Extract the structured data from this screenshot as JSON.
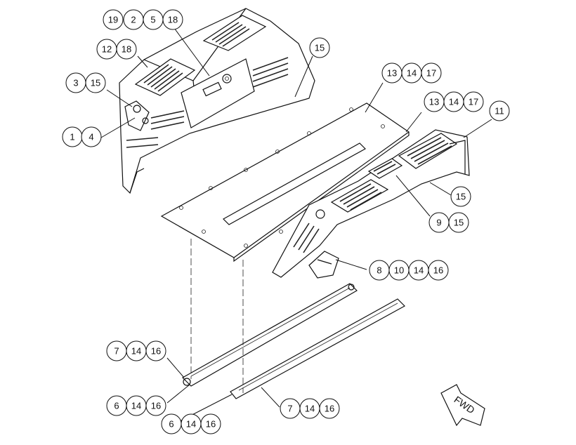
{
  "callouts": [
    {
      "id": "c1",
      "labels": [
        "19",
        "2",
        "5",
        "18"
      ]
    },
    {
      "id": "c2",
      "labels": [
        "12",
        "18"
      ]
    },
    {
      "id": "c3",
      "labels": [
        "3",
        "15"
      ]
    },
    {
      "id": "c4",
      "labels": [
        "1",
        "4"
      ]
    },
    {
      "id": "c5",
      "labels": [
        "15"
      ]
    },
    {
      "id": "c6",
      "labels": [
        "13",
        "14",
        "17"
      ]
    },
    {
      "id": "c7",
      "labels": [
        "13",
        "14",
        "17"
      ]
    },
    {
      "id": "c8",
      "labels": [
        "11"
      ]
    },
    {
      "id": "c9",
      "labels": [
        "15"
      ]
    },
    {
      "id": "c10",
      "labels": [
        "9",
        "15"
      ]
    },
    {
      "id": "c11",
      "labels": [
        "8",
        "10",
        "14",
        "16"
      ]
    },
    {
      "id": "c12",
      "labels": [
        "7",
        "14",
        "16"
      ]
    },
    {
      "id": "c13",
      "labels": [
        "6",
        "14",
        "16"
      ]
    },
    {
      "id": "c14",
      "labels": [
        "7",
        "14",
        "16"
      ]
    },
    {
      "id": "c15",
      "labels": [
        "6",
        "14",
        "16"
      ]
    }
  ],
  "direction_arrow": {
    "label": "FWD"
  }
}
